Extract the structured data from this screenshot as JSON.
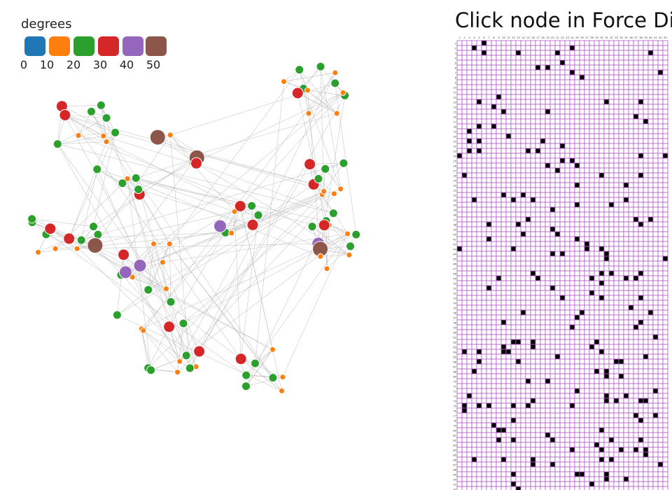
{
  "legend": {
    "title": "degrees",
    "ticks": [
      "0",
      "10",
      "20",
      "30",
      "40",
      "50"
    ],
    "colors": [
      "#1f77b4",
      "#ff7f0e",
      "#2ca02c",
      "#d62728",
      "#9467bd",
      "#8c564b"
    ]
  },
  "matrix": {
    "title": "Click node in Force Dire",
    "cell_color": "#ffffff",
    "grid_color": "#b05cc6",
    "fill_color": "#000000",
    "row_labels": [
      "1",
      "2",
      "3",
      "4",
      "5",
      "6",
      "7",
      "8",
      "9",
      "10",
      "11",
      "12",
      "13",
      "14",
      "15",
      "16",
      "17",
      "18",
      "19",
      "20",
      "21",
      "22",
      "23",
      "24",
      "25",
      "26",
      "27",
      "28",
      "29",
      "30",
      "31",
      "32",
      "33",
      "34",
      "35",
      "36",
      "37",
      "38",
      "39",
      "40",
      "41",
      "42",
      "43",
      "44",
      "45",
      "46",
      "47",
      "48",
      "49",
      "50",
      "51",
      "52",
      "53",
      "54",
      "55",
      "56",
      "57",
      "58",
      "59",
      "60",
      "61",
      "62",
      "63",
      "64",
      "65",
      "66",
      "67",
      "68",
      "69",
      "70",
      "71",
      "72",
      "73",
      "74",
      "75",
      "76",
      "77",
      "78",
      "79",
      "80",
      "81",
      "82",
      "83",
      "84",
      "85",
      "86",
      "87",
      "88",
      "89",
      "90",
      "91",
      "92"
    ],
    "col_labels": [
      "1",
      "2",
      "3",
      "4",
      "5",
      "6",
      "7",
      "8",
      "9",
      "10",
      "11",
      "12",
      "13",
      "14",
      "15",
      "16",
      "17",
      "18",
      "19",
      "20",
      "21",
      "22",
      "23",
      "24",
      "25",
      "26",
      "27",
      "28",
      "29",
      "30",
      "31",
      "32",
      "33",
      "34",
      "35",
      "36",
      "37",
      "38",
      "39",
      "40",
      "41",
      "42",
      "43"
    ]
  },
  "network": {
    "edge_color": "#bbbbbb",
    "node_stroke": "#ffffff"
  }
}
